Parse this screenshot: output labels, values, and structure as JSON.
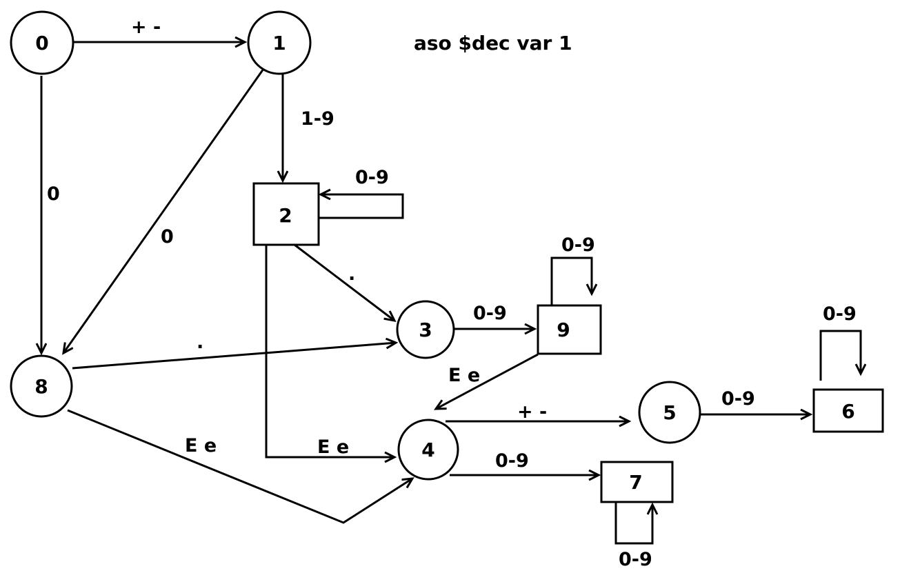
{
  "title": "aso $dec var 1",
  "nodes": [
    {
      "id": "0",
      "label": "0",
      "shape": "circle"
    },
    {
      "id": "1",
      "label": "1",
      "shape": "circle"
    },
    {
      "id": "2",
      "label": "2",
      "shape": "box"
    },
    {
      "id": "3",
      "label": "3",
      "shape": "circle"
    },
    {
      "id": "4",
      "label": "4",
      "shape": "circle"
    },
    {
      "id": "5",
      "label": "5",
      "shape": "circle"
    },
    {
      "id": "6",
      "label": "6",
      "shape": "box"
    },
    {
      "id": "7",
      "label": "7",
      "shape": "box"
    },
    {
      "id": "8",
      "label": "8",
      "shape": "circle"
    },
    {
      "id": "9",
      "label": "9",
      "shape": "box"
    }
  ],
  "edges": [
    {
      "id": "e0-1",
      "from": "0",
      "to": "1",
      "label": "+ -"
    },
    {
      "id": "e0-8",
      "from": "0",
      "to": "8",
      "label": "0"
    },
    {
      "id": "e1-2",
      "from": "1",
      "to": "2",
      "label": "1-9"
    },
    {
      "id": "e1-8",
      "from": "1",
      "to": "8",
      "label": "0"
    },
    {
      "id": "e2-2",
      "from": "2",
      "to": "2",
      "label": "0-9"
    },
    {
      "id": "e2-3",
      "from": "2",
      "to": "3",
      "label": "."
    },
    {
      "id": "e2-4",
      "from": "2",
      "to": "4",
      "label": "E e"
    },
    {
      "id": "e8-3",
      "from": "8",
      "to": "3",
      "label": "."
    },
    {
      "id": "e8-4",
      "from": "8",
      "to": "4",
      "label": "E e"
    },
    {
      "id": "e3-9",
      "from": "3",
      "to": "9",
      "label": "0-9"
    },
    {
      "id": "e9-9",
      "from": "9",
      "to": "9",
      "label": "0-9"
    },
    {
      "id": "e9-4",
      "from": "9",
      "to": "4",
      "label": "E e"
    },
    {
      "id": "e4-5",
      "from": "4",
      "to": "5",
      "label": "+ -"
    },
    {
      "id": "e4-7",
      "from": "4",
      "to": "7",
      "label": "0-9"
    },
    {
      "id": "e5-6",
      "from": "5",
      "to": "6",
      "label": "0-9"
    },
    {
      "id": "e6-6",
      "from": "6",
      "to": "6",
      "label": "0-9"
    },
    {
      "id": "e7-7",
      "from": "7",
      "to": "7",
      "label": "0-9"
    }
  ]
}
